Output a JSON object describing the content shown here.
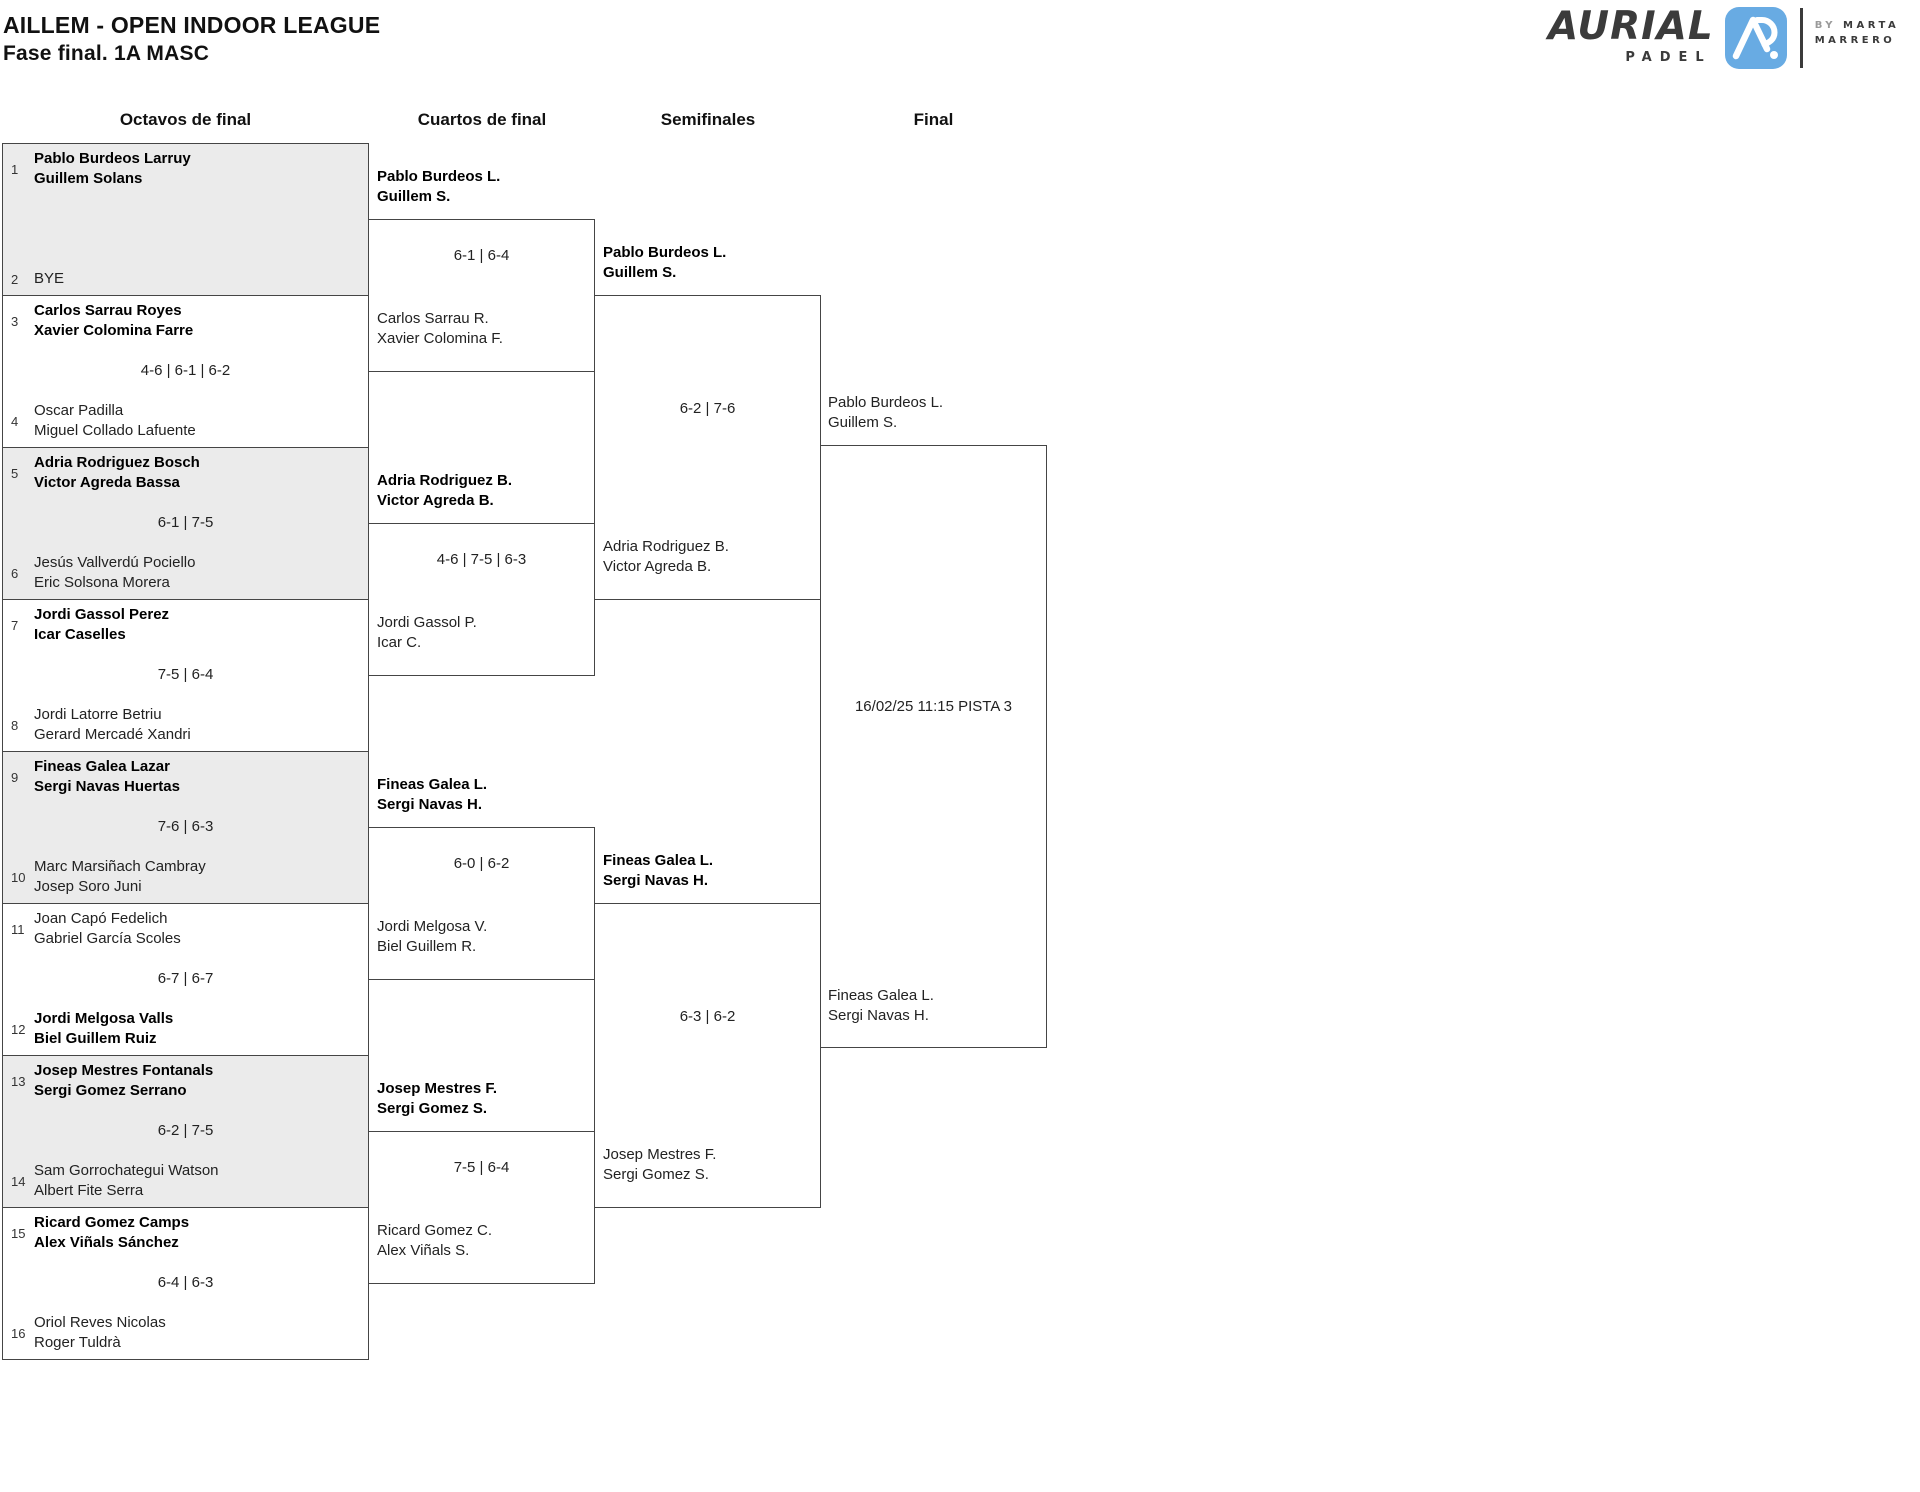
{
  "header": {
    "title": "AILLEM - OPEN INDOOR LEAGUE",
    "subtitle": "Fase final. 1A MASC"
  },
  "logo": {
    "brand": "AURIAL",
    "brand_sub": "PADEL",
    "icon": "aurial-monogram-icon",
    "by_prefix": "BY",
    "by_name_line1": "MARTA",
    "by_name_line2": "MARRERO",
    "accent_blue": "#68abe3",
    "brand_dark": "#3b3b3b"
  },
  "columns": [
    {
      "label": "Octavos de final"
    },
    {
      "label": "Cuartos de final"
    },
    {
      "label": "Semifinales"
    },
    {
      "label": "Final"
    }
  ],
  "rounds": {
    "octavos": [
      {
        "seed_top": "1",
        "team_top": [
          "Pablo Burdeos Larruy",
          "Guillem Solans"
        ],
        "top_winner": true,
        "score": "",
        "seed_bottom": "2",
        "team_bottom": [
          "BYE"
        ],
        "bottom_winner": false
      },
      {
        "seed_top": "3",
        "team_top": [
          "Carlos Sarrau Royes",
          "Xavier Colomina Farre"
        ],
        "top_winner": true,
        "score": "4-6 | 6-1 | 6-2",
        "seed_bottom": "4",
        "team_bottom": [
          "Oscar Padilla",
          "Miguel Collado Lafuente"
        ],
        "bottom_winner": false
      },
      {
        "seed_top": "5",
        "team_top": [
          "Adria Rodriguez Bosch",
          "Victor Agreda Bassa"
        ],
        "top_winner": true,
        "score": "6-1 | 7-5",
        "seed_bottom": "6",
        "team_bottom": [
          "Jesús Vallverdú Pociello",
          "Eric Solsona Morera"
        ],
        "bottom_winner": false
      },
      {
        "seed_top": "7",
        "team_top": [
          "Jordi Gassol Perez",
          "Icar Caselles"
        ],
        "top_winner": true,
        "score": "7-5 | 6-4",
        "seed_bottom": "8",
        "team_bottom": [
          "Jordi Latorre Betriu",
          "Gerard Mercadé Xandri"
        ],
        "bottom_winner": false
      },
      {
        "seed_top": "9",
        "team_top": [
          "Fineas Galea Lazar",
          "Sergi Navas Huertas"
        ],
        "top_winner": true,
        "score": "7-6 | 6-3",
        "seed_bottom": "10",
        "team_bottom": [
          "Marc Marsiñach Cambray",
          "Josep Soro Juni"
        ],
        "bottom_winner": false
      },
      {
        "seed_top": "11",
        "team_top": [
          "Joan Capó Fedelich",
          "Gabriel García Scoles"
        ],
        "top_winner": false,
        "score": "6-7 | 6-7",
        "seed_bottom": "12",
        "team_bottom": [
          "Jordi Melgosa Valls",
          "Biel Guillem Ruiz"
        ],
        "bottom_winner": true
      },
      {
        "seed_top": "13",
        "team_top": [
          "Josep Mestres Fontanals",
          "Sergi Gomez Serrano"
        ],
        "top_winner": true,
        "score": "6-2 | 7-5",
        "seed_bottom": "14",
        "team_bottom": [
          "Sam Gorrochategui Watson",
          "Albert Fite Serra"
        ],
        "bottom_winner": false
      },
      {
        "seed_top": "15",
        "team_top": [
          "Ricard Gomez Camps",
          "Alex Viñals Sánchez"
        ],
        "top_winner": true,
        "score": "6-4 | 6-3",
        "seed_bottom": "16",
        "team_bottom": [
          "Oriol Reves Nicolas",
          "Roger Tuldrà"
        ],
        "bottom_winner": false
      }
    ],
    "cuartos": [
      {
        "top": [
          "Pablo Burdeos L.",
          "Guillem S."
        ],
        "top_winner": true,
        "score": "6-1 | 6-4",
        "bottom": [
          "Carlos Sarrau R.",
          "Xavier Colomina F."
        ],
        "bottom_winner": false
      },
      {
        "top": [
          "Adria Rodriguez B.",
          "Victor Agreda B."
        ],
        "top_winner": true,
        "score": "4-6 | 7-5 | 6-3",
        "bottom": [
          "Jordi Gassol P.",
          "Icar C."
        ],
        "bottom_winner": false
      },
      {
        "top": [
          "Fineas Galea L.",
          "Sergi Navas H."
        ],
        "top_winner": true,
        "score": "6-0 | 6-2",
        "bottom": [
          "Jordi Melgosa V.",
          "Biel Guillem R."
        ],
        "bottom_winner": false
      },
      {
        "top": [
          "Josep Mestres F.",
          "Sergi Gomez S."
        ],
        "top_winner": true,
        "score": "7-5 | 6-4",
        "bottom": [
          "Ricard Gomez C.",
          "Alex Viñals S."
        ],
        "bottom_winner": false
      }
    ],
    "semifinales": [
      {
        "top": [
          "Pablo Burdeos L.",
          "Guillem S."
        ],
        "top_winner": true,
        "score": "6-2 | 7-6",
        "bottom": [
          "Adria Rodriguez B.",
          "Victor Agreda B."
        ],
        "bottom_winner": false
      },
      {
        "top": [
          "Fineas Galea L.",
          "Sergi Navas H."
        ],
        "top_winner": true,
        "score": "6-3 | 6-2",
        "bottom": [
          "Josep Mestres F.",
          "Sergi Gomez S."
        ],
        "bottom_winner": false
      }
    ],
    "final": {
      "top": [
        "Pablo Burdeos L.",
        "Guillem S."
      ],
      "bottom": [
        "Fineas Galea L.",
        "Sergi Navas H."
      ],
      "schedule": "16/02/25 11:15 PISTA 3"
    }
  }
}
